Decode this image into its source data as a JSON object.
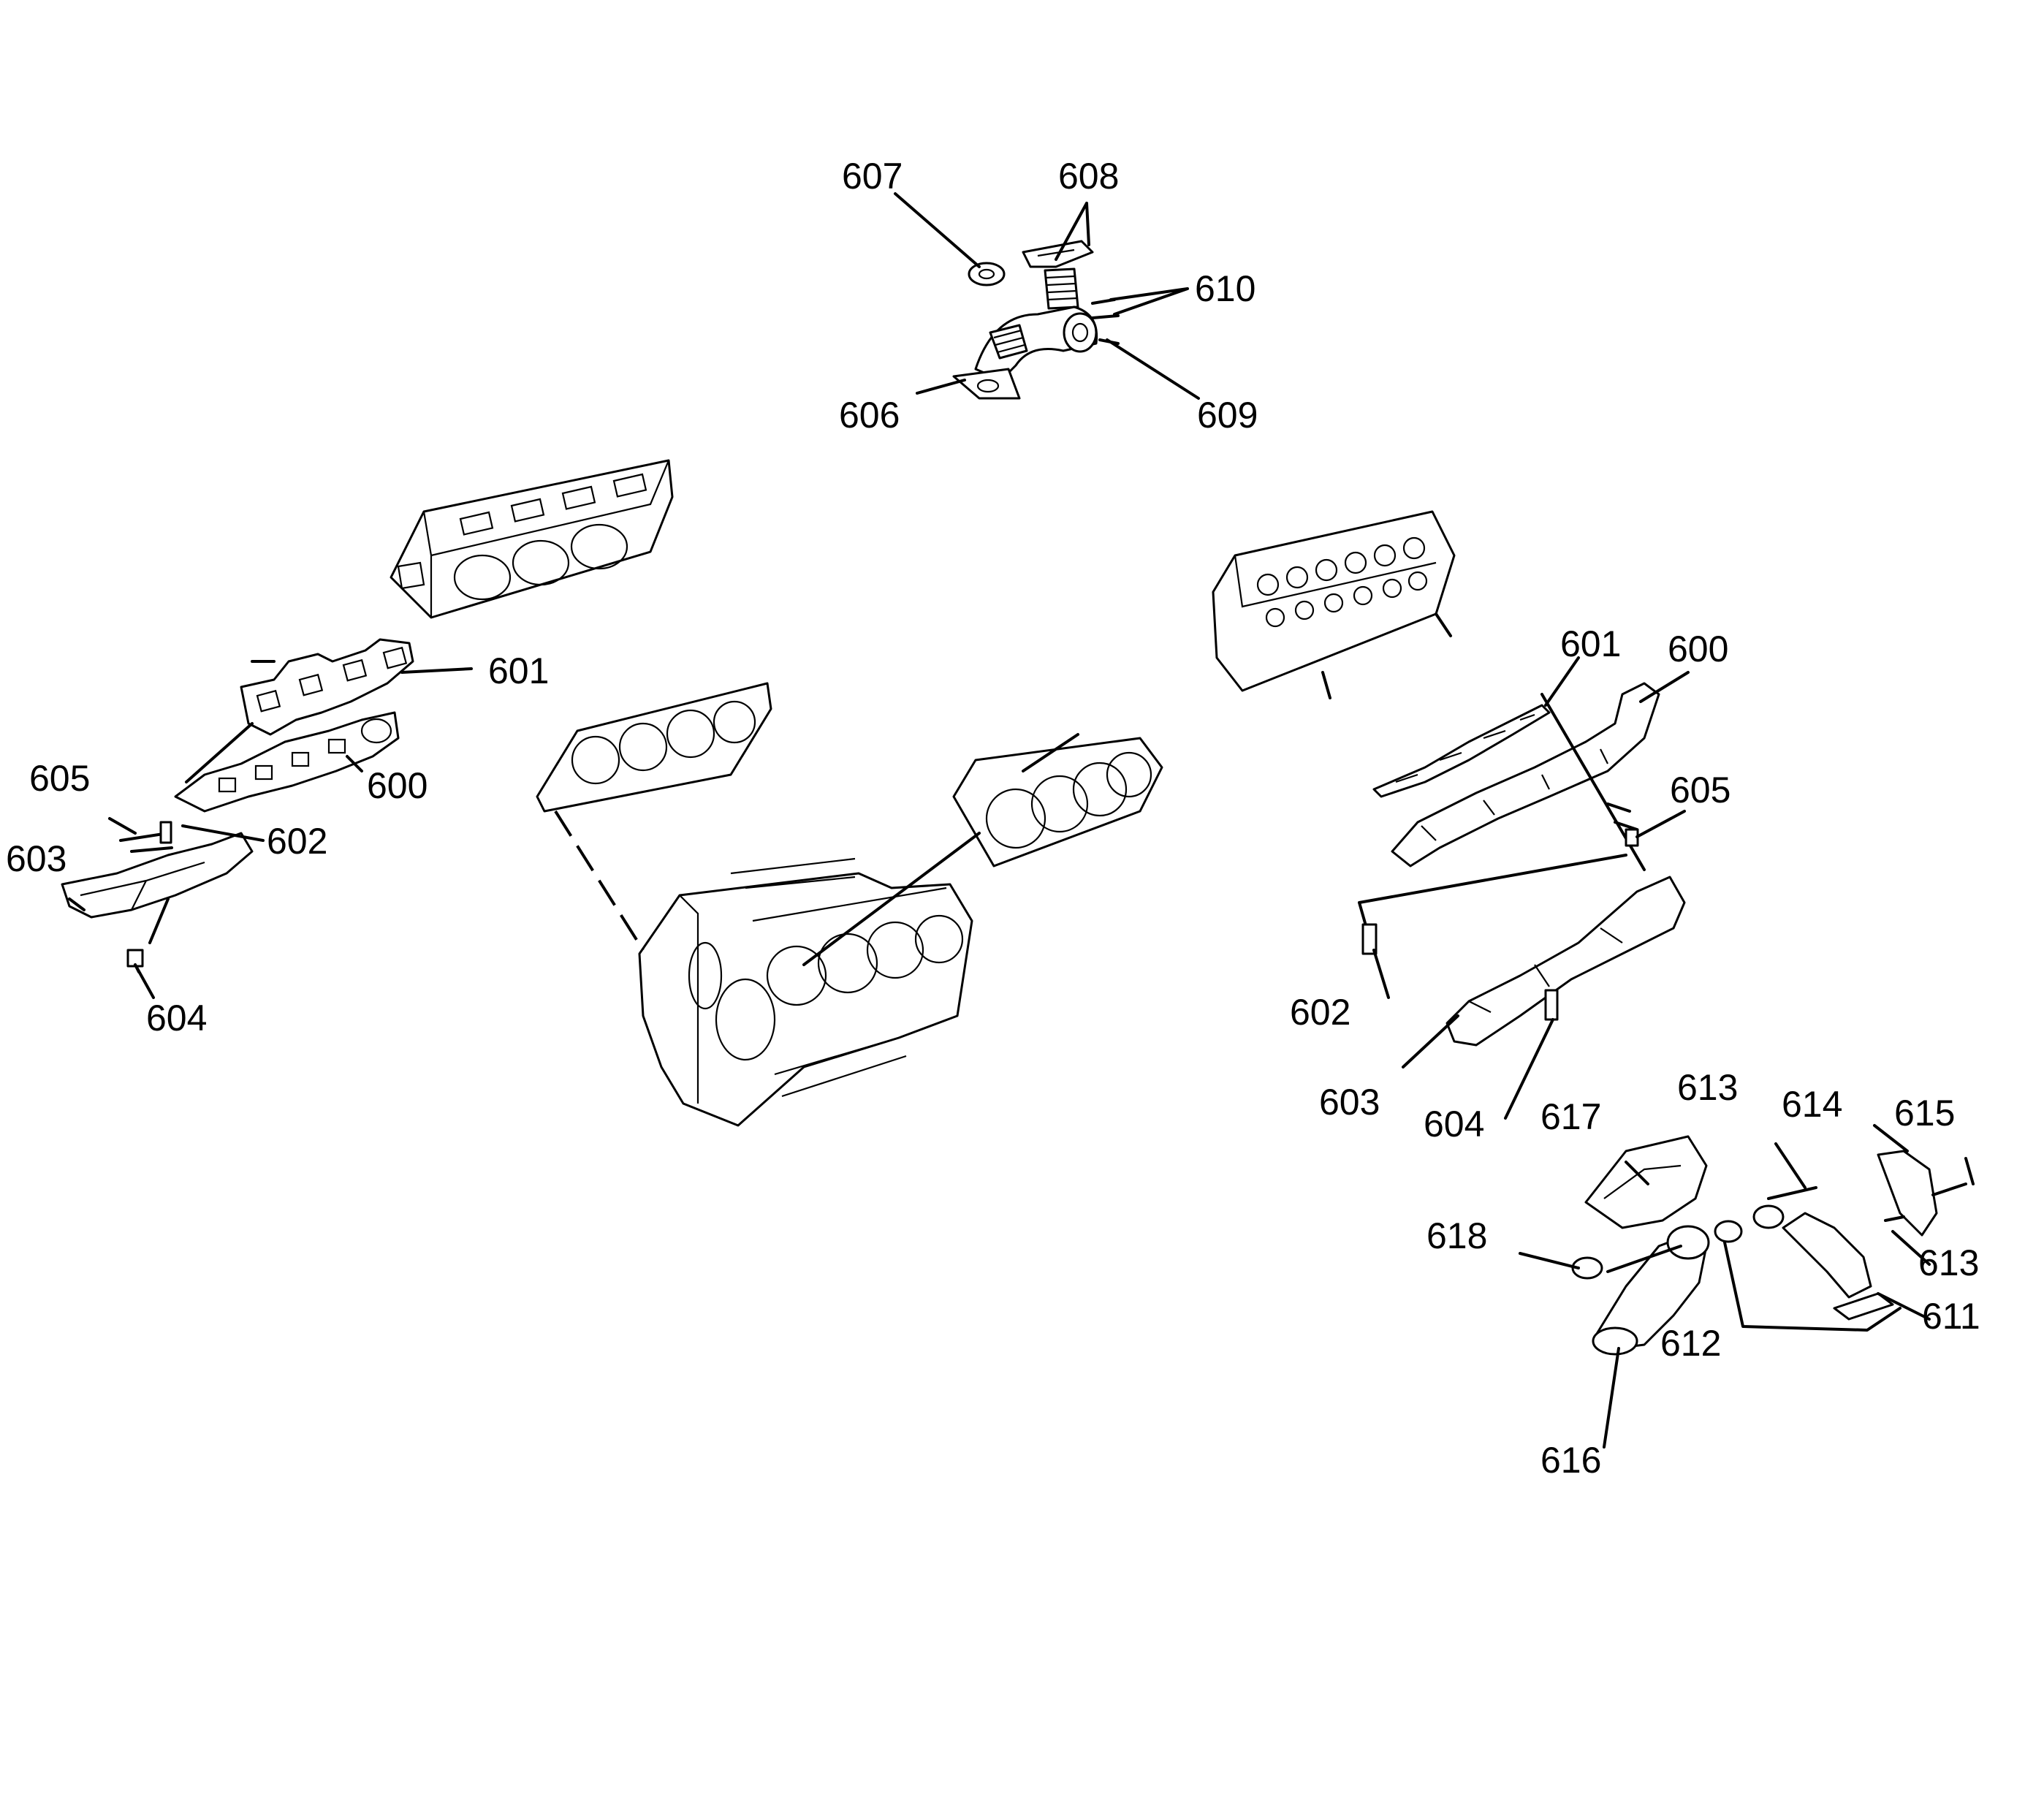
{
  "diagram": {
    "type": "exploded-parts-diagram",
    "background": "#ffffff",
    "line_color": "#000000",
    "callouts": [
      "600",
      "601",
      "602",
      "603",
      "604",
      "605",
      "606",
      "607",
      "608",
      "609",
      "610",
      "611",
      "612",
      "613",
      "614",
      "615",
      "616",
      "617",
      "618"
    ],
    "labels": {
      "l601": "601",
      "l600": "600",
      "l605": "605",
      "l602": "602",
      "l603": "603",
      "l604": "604",
      "l607": "607",
      "l608": "608",
      "l610": "610",
      "l606": "606",
      "l609": "609",
      "r601": "601",
      "r600": "600",
      "r605": "605",
      "r602": "602",
      "r603": "603",
      "r604": "604",
      "r617": "617",
      "r613a": "613",
      "r614": "614",
      "r615": "615",
      "r618": "618",
      "r613b": "613",
      "r611": "611",
      "r612": "612",
      "r616": "616"
    }
  }
}
